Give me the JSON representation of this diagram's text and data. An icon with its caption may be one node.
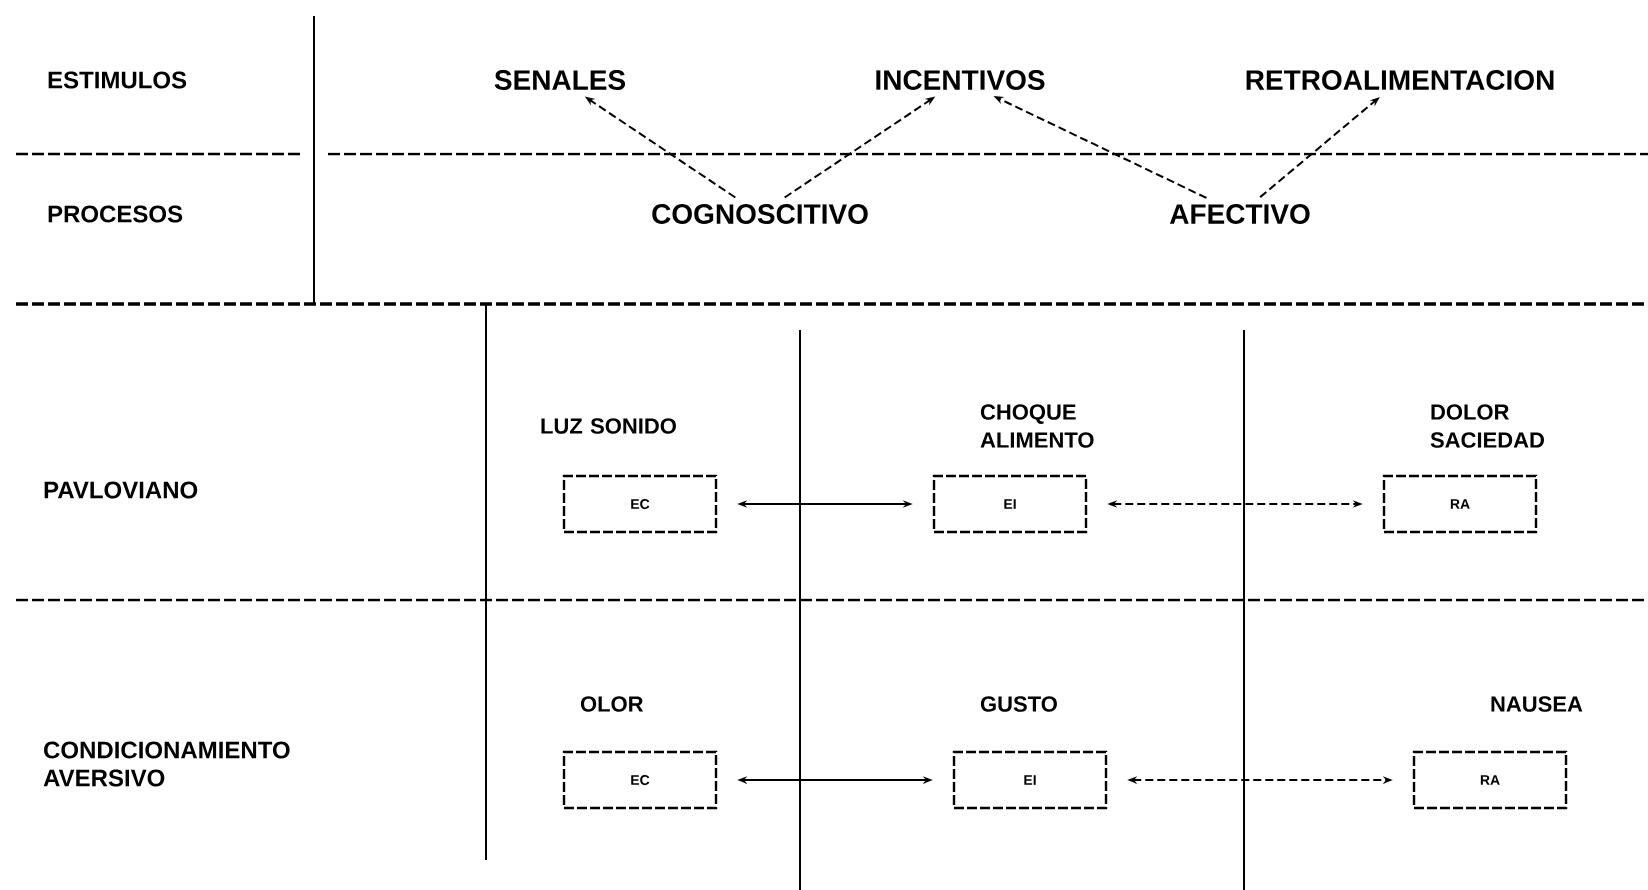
{
  "diagram": {
    "nodes": [
      {
        "text": [
          "SENALES"
        ]
      },
      {
        "text": [
          "INCENTIVOS"
        ]
      },
      {
        "text": [
          "RETROALIMENTACION"
        ]
      },
      {
        "text": [
          "COGNOSCITIVO"
        ]
      },
      {
        "text": [
          "AFECTIVO"
        ]
      },
      {
        "text": [
          "EC"
        ],
        "beside": [
          "LUZ SONIDO"
        ]
      },
      {
        "text": [
          "EI"
        ],
        "beside": [
          "CHOQUE ALIMENTO"
        ]
      },
      {
        "text": [
          "RA"
        ],
        "beside": [
          "DOLOR SACIEDAD"
        ]
      },
      {
        "text": [
          "EC"
        ],
        "beside": [
          "OLOR"
        ]
      },
      {
        "text": [
          "EI"
        ],
        "beside": [
          "GUSTO"
        ]
      },
      {
        "text": [
          "RA"
        ],
        "beside": [
          "NAUSEA"
        ]
      }
    ],
    "edges": [
      {
        "from": 3,
        "to": 0,
        "arrow": "to",
        "style": "dashed"
      },
      {
        "from": 3,
        "to": 1,
        "arrow": "to",
        "style": "dashed"
      },
      {
        "from": 4,
        "to": 1,
        "arrow": "to",
        "style": "dashed"
      },
      {
        "from": 4,
        "to": 2,
        "arrow": "to",
        "style": "dashed"
      },
      {
        "from": 5,
        "to": 6,
        "arrow": "both"
      },
      {
        "from": 6,
        "to": 7,
        "arrow": "both",
        "style": "dashed"
      },
      {
        "from": 8,
        "to": 9,
        "arrow": "both"
      },
      {
        "from": 9,
        "to": 10,
        "arrow": "both",
        "style": "dashed"
      }
    ],
    "labels": [
      "ESTIMULOS",
      "PROCESOS",
      "PAVLOVIANO",
      "CONDICIONAMIENTO AVERSIVO"
    ]
  }
}
